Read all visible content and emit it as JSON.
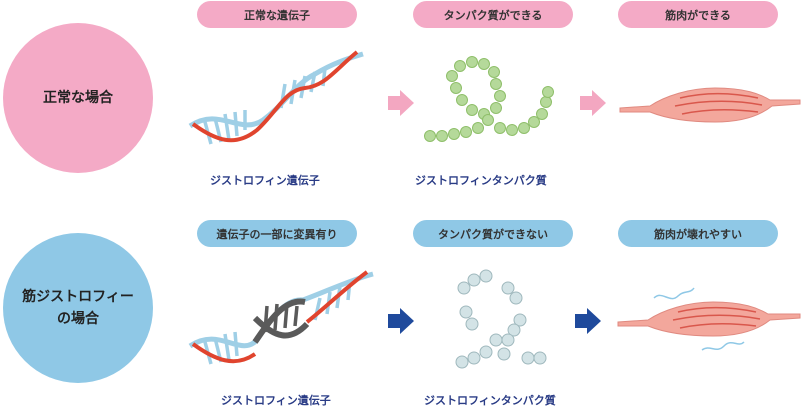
{
  "normal": {
    "label": "正常な場合",
    "steps": [
      "正常な遺伝子",
      "タンパク質ができる",
      "筋肉ができる"
    ],
    "captions": [
      "ジストロフィン遺伝子",
      "ジストロフィンタンパク質"
    ]
  },
  "dystrophy": {
    "label": "筋ジストロフィー\nの場合",
    "steps": [
      "遺伝子の一部に変異有り",
      "タンパク質ができない",
      "筋肉が壊れやすい"
    ],
    "captions": [
      "ジストロフィン遺伝子",
      "ジストロフィンタンパク質"
    ]
  },
  "colors": {
    "pink": "#f4aac6",
    "blue": "#8fc8e6",
    "dna_red": "#e0442e",
    "dna_blue": "#9fcfe6",
    "protein_green": "#b5d99a",
    "protein_gray": "#d3e3e6",
    "muscle": "#f3a79c",
    "arrow_pink": "#f3a7c1",
    "arrow_navy": "#1f4a9c",
    "caption": "#2a3c86"
  }
}
